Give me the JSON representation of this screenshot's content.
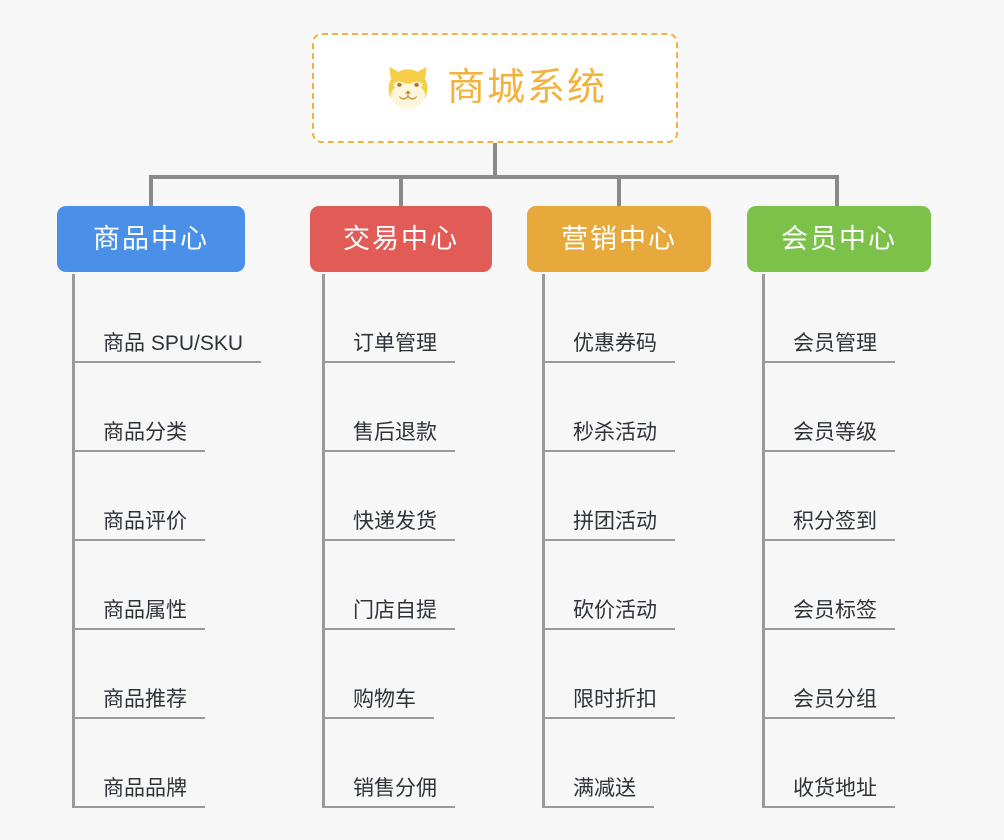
{
  "diagram": {
    "title": "商城系统",
    "root": {
      "label": "商城系统",
      "icon": "shiba-dog-icon",
      "border_color": "#f2b23e",
      "text_color": "#f2b23e",
      "background": "#ffffff"
    },
    "background_color": "#f7f7f7",
    "connector_color": "#8a8a8a",
    "branches": [
      {
        "label": "商品中心",
        "color": "#4a90e8",
        "items": [
          "商品 SPU/SKU",
          "商品分类",
          "商品评价",
          "商品属性",
          "商品推荐",
          "商品品牌"
        ]
      },
      {
        "label": "交易中心",
        "color": "#e15b57",
        "items": [
          "订单管理",
          "售后退款",
          "快递发货",
          "门店自提",
          "购物车",
          "销售分佣"
        ]
      },
      {
        "label": "营销中心",
        "color": "#e8a93c",
        "items": [
          "优惠券码",
          "秒杀活动",
          "拼团活动",
          "砍价活动",
          "限时折扣",
          "满减送"
        ]
      },
      {
        "label": "会员中心",
        "color": "#7bc14a",
        "items": [
          "会员管理",
          "会员等级",
          "积分签到",
          "会员标签",
          "会员分组",
          "收货地址"
        ]
      }
    ]
  }
}
